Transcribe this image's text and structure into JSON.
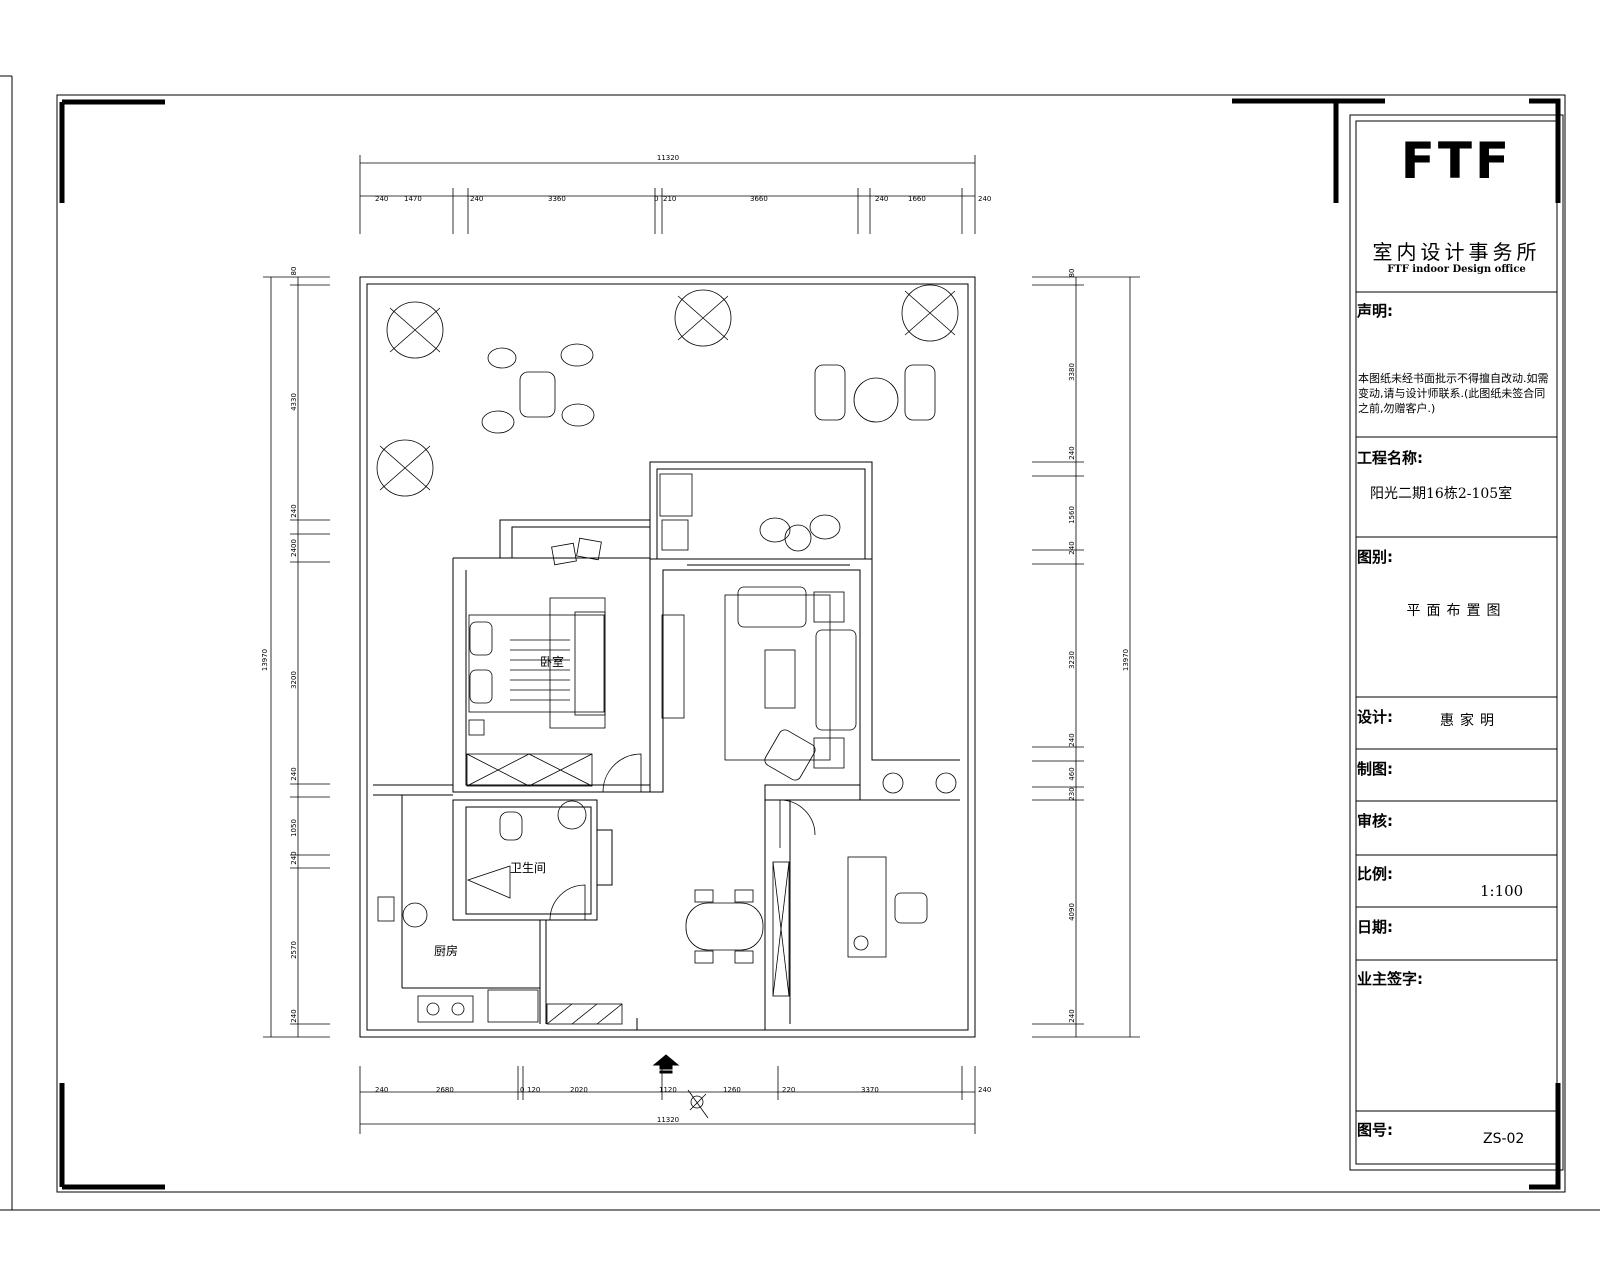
{
  "title_block": {
    "logo": "FTF",
    "company_cn": "室内设计事务所",
    "company_en": "FTF indoor Design office",
    "statement_label": "声明:",
    "statement_text": "本图纸未经书面批示不得擅自改动.如需变动,请与设计师联系.(此图纸未签合同之前,勿赠客户.)",
    "project_label": "工程名称:",
    "project_value": "阳光二期16栋2-105室",
    "drawing_type_label": "图别:",
    "drawing_type_value": "平面布置图",
    "designer_label": "设计:",
    "designer_value": "惠家明",
    "drafter_label": "制图:",
    "reviewer_label": "审核:",
    "scale_label": "比例:",
    "scale_value": "1:100",
    "date_label": "日期:",
    "owner_sign_label": "业主签字:",
    "drawing_no_label": "图号:",
    "drawing_no_value": "ZS-02"
  },
  "plan": {
    "rooms": {
      "bedroom": "卧室",
      "bathroom": "卫生间",
      "kitchen": "厨房"
    },
    "dims_top_total": "11320",
    "dims_top": [
      "240",
      "1470",
      "240",
      "3360",
      "0",
      "210",
      "3660",
      "240",
      "1660",
      "240"
    ],
    "dims_bottom_total": "11320",
    "dims_bottom": [
      "240",
      "2680",
      "0",
      "120",
      "2020",
      "1120",
      "1260",
      "220",
      "3370",
      "240"
    ],
    "dims_left_total": "13970",
    "dims_left": [
      "80",
      "4330",
      "240",
      "2400",
      "3200",
      "240",
      "1050",
      "240",
      "2570",
      "240"
    ],
    "dims_right_total": "13970",
    "dims_right": [
      "80",
      "3380",
      "240",
      "1560",
      "240",
      "3230",
      "240",
      "460",
      "230",
      "4090",
      "240"
    ]
  },
  "colors": {
    "line": "#000000",
    "background": "#ffffff"
  }
}
